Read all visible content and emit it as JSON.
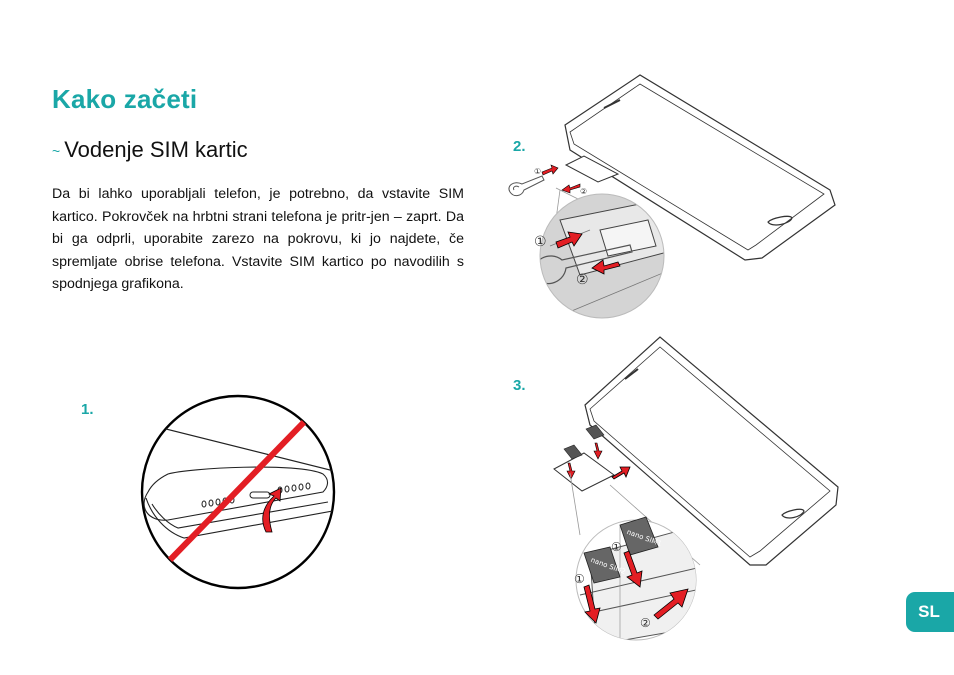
{
  "page": {
    "title": "Kako začeti",
    "subtitle_prefix": "~",
    "subtitle": "Vodenje SIM kartic",
    "body": "Da bi lahko uporabljali telefon, je potrebno, da vstavite SIM kartico. Pokrovček na hrbtni strani telefona je pritr-jen – zaprt. Da bi ga odprli, uporabite zarezo na pokrovu, ki jo najdete, če spremljate obrise telefona. Vstavite SIM kartico po navodilih s spodnjega grafikona.",
    "language_badge": "SL"
  },
  "steps": {
    "step1": "1.",
    "step2": "2.",
    "step3": "3."
  },
  "illustrations": {
    "sim_labels": {
      "sim1": "nano SIM1",
      "sim2": "nano SIM2"
    },
    "markers": {
      "one": "①",
      "two": "②"
    }
  },
  "colors": {
    "accent": "#1aa7a7",
    "arrow_red": "#e31e24"
  }
}
